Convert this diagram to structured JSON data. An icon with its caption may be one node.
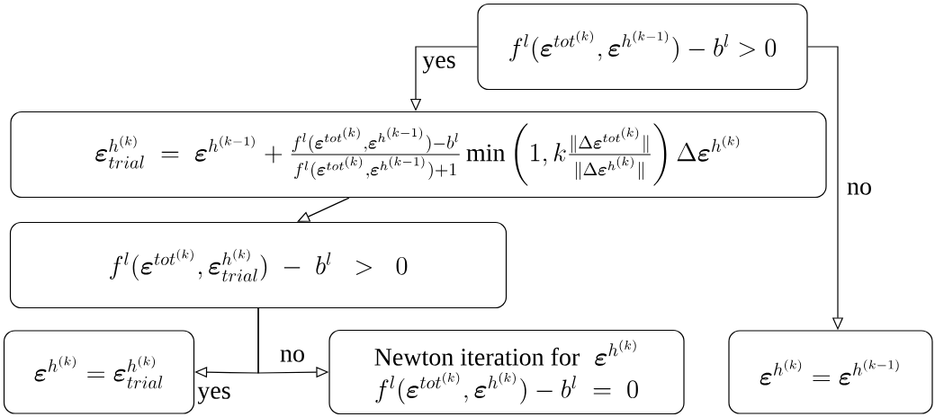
{
  "diagram": {
    "nodes": [
      {
        "text": [
          "f^l(\\boldsymbol{\\varepsilon}^{tot^{(k)}},\\boldsymbol{\\varepsilon}^{h^{(k-1)}})-b^l>0"
        ]
      },
      {
        "text": [
          "\\boldsymbol{\\varepsilon}^{h^{(k)}}_{trial}\\;=\\;\\boldsymbol{\\varepsilon}^{h^{(k-1)}}+\\frac{f^l(\\boldsymbol{\\varepsilon}^{tot^{(k)}},\\boldsymbol{\\varepsilon}^{h^{(k-1)}})-b^l}{f^l(\\boldsymbol{\\varepsilon}^{tot^{(k)}},\\boldsymbol{\\varepsilon}^{h^{(k-1)}})+1}\\min\\left(1,k\\frac{\\|\\Delta\\boldsymbol{\\varepsilon}^{tot^{(k)}}\\|}{\\|\\Delta\\boldsymbol{\\varepsilon}^{h^{(k)}}\\|}\\right)\\Delta\\boldsymbol{\\varepsilon}^{h^{(k)}}"
        ]
      },
      {
        "text": [
          "f^l(\\boldsymbol{\\varepsilon}^{tot^{(k)}},\\boldsymbol{\\varepsilon}^{h^{(k)}}_{trial})\\;-\\;b^l\\;\\;>\\;\\;0"
        ]
      },
      {
        "text": [
          "\\boldsymbol{\\varepsilon}^{h^{(k)}}=\\boldsymbol{\\varepsilon}^{h^{(k)}}_{trial}"
        ]
      },
      {
        "text": [
          "\\text{Newton iteration for}\\;\\;\\boldsymbol{\\varepsilon}^{h^{(k)}}",
          "f^l(\\boldsymbol{\\varepsilon}^{tot^{(k)}},\\boldsymbol{\\varepsilon}^{h^{(k)}})-b^l\\;=\\;0"
        ]
      },
      {
        "text": [
          "\\boldsymbol{\\varepsilon}^{h^{(k)}}=\\boldsymbol{\\varepsilon}^{h^{(k-1)}}"
        ]
      }
    ],
    "edges": [
      {
        "from": 0,
        "to": 1,
        "arrow": "to",
        "label": "yes"
      },
      {
        "from": 0,
        "to": 5,
        "arrow": "to",
        "label": "no"
      },
      {
        "from": 1,
        "to": 2,
        "arrow": "to"
      },
      {
        "from": 2,
        "to": 3,
        "arrow": "to",
        "label": "yes"
      },
      {
        "from": 2,
        "to": 4,
        "arrow": "to",
        "label": "no"
      }
    ]
  }
}
